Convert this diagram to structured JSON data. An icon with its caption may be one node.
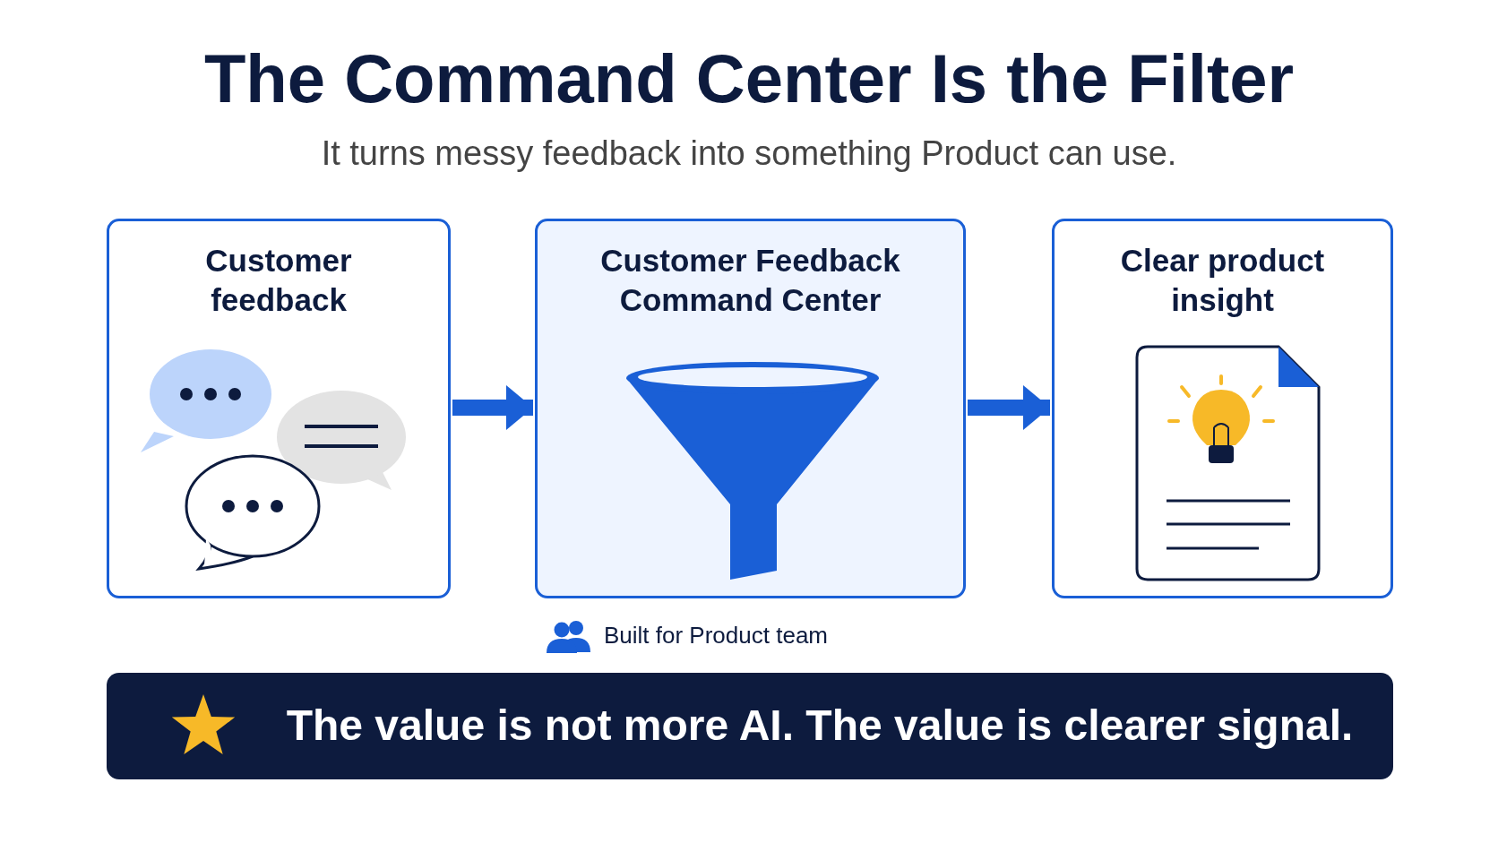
{
  "diagram": {
    "title": "The Command Center Is the Filter",
    "nodes": [
      {
        "text": [
          "Customer feedback"
        ]
      },
      {
        "text": [
          "Customer Feedback Command Center"
        ]
      },
      {
        "text": [
          "Clear product insight"
        ]
      }
    ],
    "edges": [
      {
        "from": 0,
        "to": 1,
        "arrow": "to"
      },
      {
        "from": 1,
        "to": 2,
        "arrow": "to"
      }
    ],
    "labels": [
      "It turns messy feedback into something Product can use.",
      "Built for Product team",
      "The value is not more AI. The value is clearer signal."
    ]
  }
}
